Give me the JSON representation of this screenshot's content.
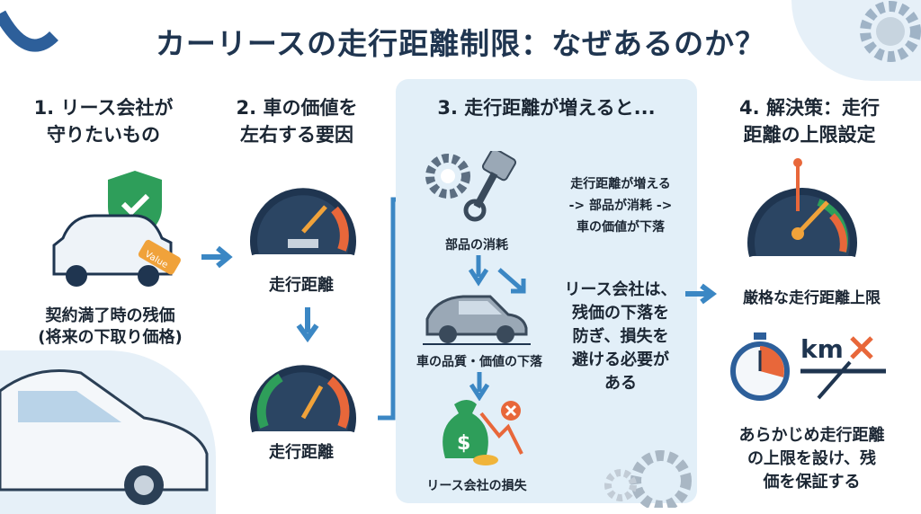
{
  "title": "カーリースの走行距離制限：なぜあるのか？",
  "col1": {
    "heading_line1": "1. リース会社が",
    "heading_line2": "守りたいもの",
    "tag": "Value",
    "caption_line1": "契約満了時の残価",
    "caption_line2": "(将来の下取り価格)"
  },
  "col2": {
    "heading_line1": "2. 車の価値を",
    "heading_line2": "左右する要因",
    "gauge1_label": "走行距離",
    "gauge2_label": "走行距離"
  },
  "col3": {
    "heading": "3. 走行距離が増えると...",
    "parts_label": "部品の消耗",
    "car_label": "車の品質・価値の下落",
    "loss_label": "リース会社の損失",
    "flow_line1": "走行距離が増える",
    "flow_line2": "-> 部品が消耗 ->",
    "flow_line3": "車の価値が下落",
    "conclusion_lines": [
      "リース会社は、",
      "残価の下落を",
      "防ぎ、損失を",
      "避ける必要が",
      "ある"
    ]
  },
  "col4": {
    "heading_line1": "4. 解決策：走行",
    "heading_line2": "距離の上限設定",
    "gauge_label": "厳格な走行距離上限",
    "km_label": "km",
    "caption_lines": [
      "あらかじめ走行距離",
      "の上限を設け、残",
      "価を保証する"
    ]
  },
  "colors": {
    "navy": "#1f3550",
    "accent": "#e8673a",
    "blue": "#3b87c4",
    "green": "#2e9e5a"
  }
}
